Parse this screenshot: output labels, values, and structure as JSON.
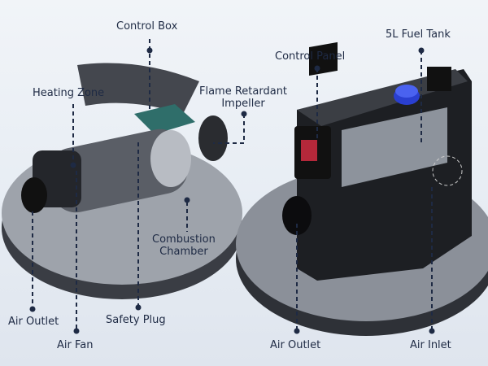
{
  "labels": {
    "control_box": "Control Box",
    "fuel_tank": "5L Fuel Tank",
    "control_panel": "Control Panel",
    "heating_zone": "Heating Zone",
    "impeller_line1": "Flame Retardant",
    "impeller_line2": "Impeller",
    "combustion_line1": "Combustion",
    "combustion_line2": "Chamber",
    "air_outlet_left": "Air Outlet",
    "safety_plug": "Safety Plug",
    "air_fan": "Air Fan",
    "air_outlet_right": "Air Outlet",
    "air_inlet": "Air Inlet"
  },
  "colors": {
    "label": "#1e2a44",
    "cap": "#2a3fd0"
  }
}
